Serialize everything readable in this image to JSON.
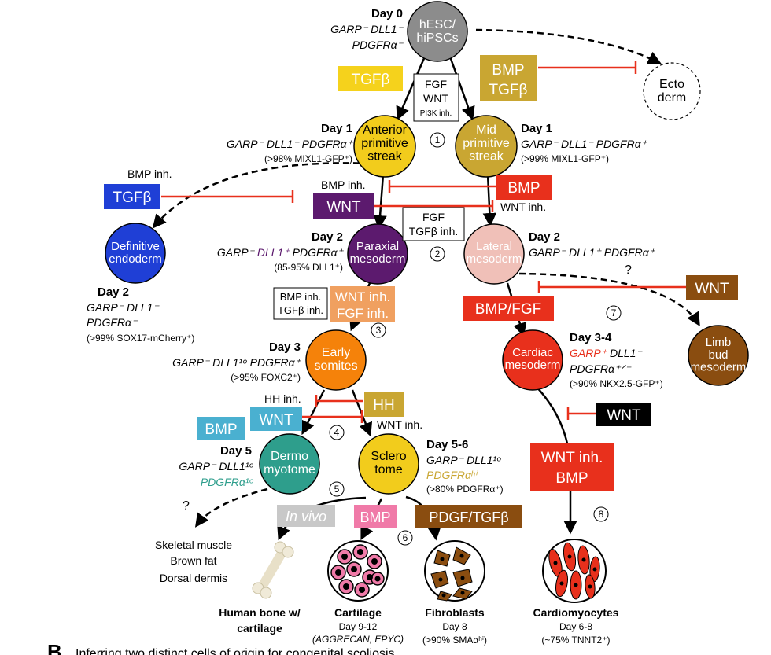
{
  "nodes": {
    "hesc": "hESC/\nhiPSCs",
    "ectoderm": "Ecto\nderm",
    "aps": "Anterior\nprimitive\nstreak",
    "mps": "Mid\nprimitive\nstreak",
    "de": "Definitive\nendoderm",
    "paraxial": "Paraxial\nmesoderm",
    "lateral": "Lateral\nmesoderm",
    "somites": "Early\nsomites",
    "cardiac": "Cardiac\nmesoderm",
    "limb": "Limb\nbud\nmesoderm",
    "dermo": "Dermo\nmyotome",
    "sclero": "Sclero\ntome"
  },
  "colors": {
    "hesc": "#8c8c8c",
    "aps": "#f2cc1c",
    "mps": "#c9a632",
    "de": "#1f3fd6",
    "paraxial": "#5c1a6e",
    "lateral": "#f0c0b8",
    "somites": "#f5820a",
    "cardiac": "#e8301c",
    "limb": "#8a4d10",
    "dermo": "#2e9e8c",
    "sclero": "#f2cc1c",
    "red": "#e8301c",
    "yellow": "#f5d21c",
    "olive": "#c9a632",
    "blue": "#1f3fd6",
    "purple": "#5c1a6e",
    "orange": "#f0a060",
    "brown": "#8a4d10",
    "cyan": "#4ab0d0",
    "gray": "#c8c8c8",
    "pink": "#f07aa8"
  },
  "labels": {
    "day0": "Day 0",
    "day0_markers_a": "GARP⁻ DLL1⁻",
    "day0_markers_b": "PDGFRα⁻",
    "aps_day": "Day 1",
    "aps_markers": "GARP⁻ DLL1⁻ PDGFRα⁺",
    "aps_pct": "(>98% MIXL1-GFP⁺)",
    "mps_day": "Day 1",
    "mps_markers": "GARP⁻ DLL1⁻ PDGFRα⁺",
    "mps_pct": "(>99% MIXL1-GFP⁺)",
    "de_day": "Day 2",
    "de_markers_a": "GARP⁻ DLL1⁻",
    "de_markers_b": "PDGFRα⁻",
    "de_pct": "(>99% SOX17-mCherry⁺)",
    "par_day": "Day 2",
    "par_markers_a": "GARP⁻ ",
    "par_markers_b": "DLL1⁺",
    "par_markers_c": " PDGFRα⁺",
    "par_pct": "(85-95% DLL1⁺)",
    "lat_day": "Day 2",
    "lat_markers": "GARP⁻ DLL1⁺ PDGFRα⁺",
    "som_day": "Day 3",
    "som_markers": "GARP⁻ DLL1¹ᵒ PDGFRα⁺",
    "som_pct": "(>95% FOXC2⁺)",
    "card_day": "Day 3-4",
    "card_markers_a": "GARP⁺",
    "card_markers_b": " DLL1⁻",
    "card_markers_c": "PDGFRα⁺ᐟ⁻",
    "card_pct": "(>90% NKX2.5-GFP⁺)",
    "dermo_day": "Day 5",
    "dermo_markers_a": "GARP⁻ DLL1¹ᵒ",
    "dermo_markers_b": "PDGFRα¹ᵒ",
    "scl_day": "Day 5-6",
    "scl_markers_a": "GARP⁻ DLL1¹ᵒ",
    "scl_markers_b": "PDGFRαʰⁱ",
    "scl_pct": "(>80% PDGFRα⁺)",
    "qmark1": "?",
    "qmark2": "?",
    "skeletal": "Skeletal muscle",
    "brownfat": "Brown fat",
    "dermis": "Dorsal dermis",
    "bone_a": "Human bone w/",
    "bone_b": "cartilage",
    "cart": "Cartilage",
    "cart_day": "Day 9-12",
    "cart_markers": "(AGGRECAN, EPYC)",
    "fib": "Fibroblasts",
    "fib_day": "Day 8",
    "fib_pct": "(>90% SMAαʰⁱ)",
    "cm": "Cardiomyocytes",
    "cm_day": "Day 6-8",
    "cm_pct": "(~75% TNNT2⁺)",
    "bmp_inh_top": "BMP inh.",
    "bmp_inh_mid": "BMP inh.",
    "wnt_inh_mid": "WNT inh.",
    "hh_inh": "HH inh.",
    "wnt_inh_scl": "WNT inh.",
    "n1": "1",
    "n2": "2",
    "n3": "3",
    "n4": "4",
    "n5": "5",
    "n6": "6",
    "n7": "7",
    "n8": "8",
    "section_b_letter": "B",
    "section_b_text": "Inferring two distinct cells of origin for congenital scoliosis"
  },
  "factors": {
    "tgfb1": "TGFβ",
    "bmp_tgfb_a": "BMP",
    "bmp_tgfb_b": "TGFβ",
    "fgf_wnt_a": "FGF",
    "fgf_wnt_b": "WNT",
    "fgf_wnt_c": "PI3K inh.",
    "tgfb_de": "TGFβ",
    "bmp_red": "BMP",
    "wnt_purple": "WNT",
    "fgf_tgfb_a": "FGF",
    "fgf_tgfb_b": "TGFβ inh.",
    "bmp_tgfb_inh_a": "BMP inh.",
    "bmp_tgfb_inh_b": "TGFβ inh.",
    "wnt_fgf_inh_a": "WNT inh.",
    "wnt_fgf_inh_b": "FGF inh.",
    "bmp_fgf": "BMP/FGF",
    "wnt_limb": "WNT",
    "hh": "HH",
    "bmp_cyan": "BMP",
    "wnt_cyan": "WNT",
    "wnt_black": "WNT",
    "wnt_inh_bmp_a": "WNT inh.",
    "wnt_inh_bmp_b": "BMP",
    "in_vivo": "In vivo",
    "bmp_pink": "BMP",
    "pdgf_tgfb": "PDGF/TGFβ"
  }
}
